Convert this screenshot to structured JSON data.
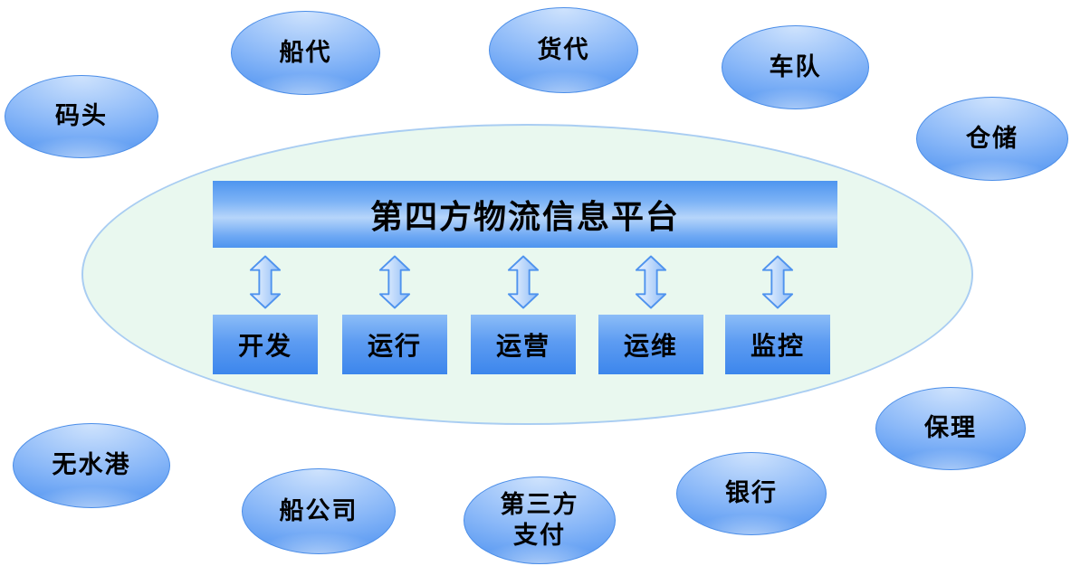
{
  "diagram": {
    "platform": {
      "banner_label": "第四方物流信息平台",
      "modules": [
        {
          "label": "开发"
        },
        {
          "label": "运行"
        },
        {
          "label": "运营"
        },
        {
          "label": "运维"
        },
        {
          "label": "监控"
        }
      ]
    },
    "entities": [
      {
        "label": "码头"
      },
      {
        "label": "船代"
      },
      {
        "label": "货代"
      },
      {
        "label": "车队"
      },
      {
        "label": "仓储"
      },
      {
        "label": "保理"
      },
      {
        "label": "无水港"
      },
      {
        "label": "船公司"
      },
      {
        "label": "第三方\n支付"
      },
      {
        "label": "银行"
      }
    ],
    "colors": {
      "bubble_blue": "#4e92f0",
      "platform_ellipse_fill": "#e9f8ef",
      "platform_ellipse_border": "#a9cdf2",
      "banner_blue": "#4e95ef",
      "module_blue": "#3c86ec",
      "text": "#000000"
    }
  }
}
